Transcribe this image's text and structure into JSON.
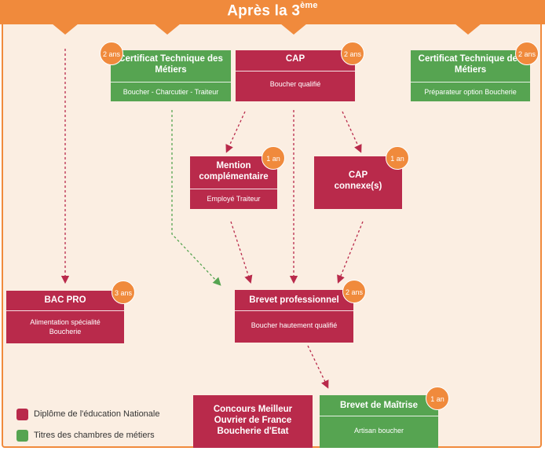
{
  "header": {
    "title_main": "Après la 3",
    "title_sup": "ème"
  },
  "colors": {
    "orange": "#f08a3c",
    "red": "#b92a4b",
    "green": "#56a451",
    "background": "#fbeee2"
  },
  "boxes": {
    "ctm1": {
      "title": "Certificat Technique des Métiers",
      "subtitle": "Boucher - Charcutier - Traiteur",
      "duration": "2 ans"
    },
    "cap": {
      "title": "CAP",
      "subtitle": "Boucher qualifié",
      "duration": "2 ans"
    },
    "ctm2": {
      "title": "Certificat Technique des Métiers",
      "subtitle": "Préparateur option Boucherie",
      "duration": "2 ans"
    },
    "mention": {
      "title": "Mention complémentaire",
      "subtitle": "Employé Traiteur",
      "duration": "1 an"
    },
    "capconnexe": {
      "title": "CAP connexe(s)",
      "duration": "1 an"
    },
    "bacpro": {
      "title": "BAC PRO",
      "subtitle": "Alimentation spécialité Boucherie",
      "duration": "3 ans"
    },
    "bp": {
      "title": "Brevet professionnel",
      "subtitle": "Boucher hautement qualifié",
      "duration": "2 ans"
    },
    "concours": {
      "title": "Concours Meilleur Ouvrier de France Boucherie d'Etat"
    },
    "bm": {
      "title": "Brevet de Maîtrise",
      "subtitle": "Artisan boucher",
      "duration": "1 an"
    }
  },
  "legend": {
    "red": "Diplôme de l'éducation Nationale",
    "green": "Titres des chambres de métiers"
  }
}
